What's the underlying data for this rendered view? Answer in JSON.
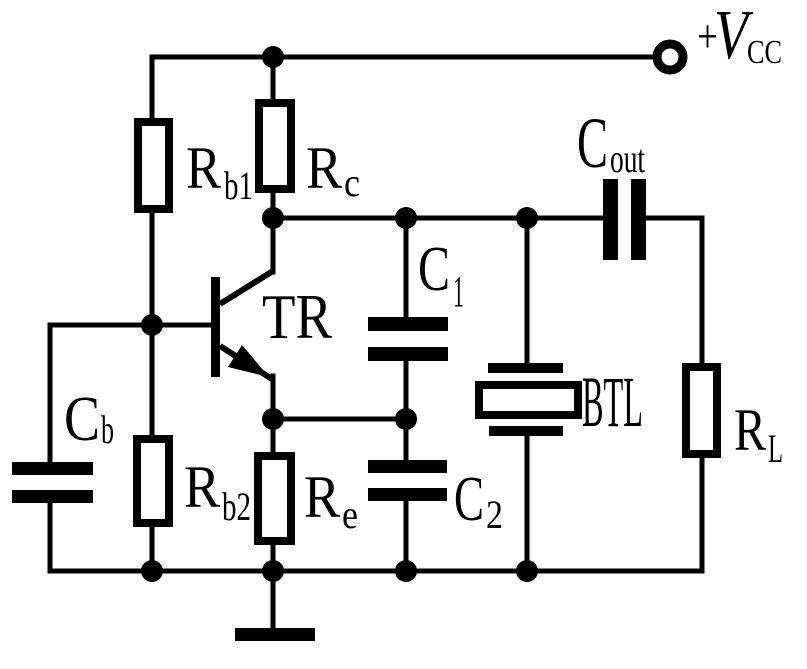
{
  "diagram": {
    "kind": "circuit-schematic",
    "background_color": "#ffffff",
    "ink_color": "#000000"
  },
  "power": {
    "plus": "+",
    "symbol": "V",
    "subscript": "CC"
  },
  "components": {
    "rb1": {
      "symbol": "R",
      "subscript": "b1",
      "kind": "resistor"
    },
    "rc": {
      "symbol": "R",
      "subscript": "c",
      "kind": "resistor"
    },
    "rb2": {
      "symbol": "R",
      "subscript": "b2",
      "kind": "resistor"
    },
    "re": {
      "symbol": "R",
      "subscript": "e",
      "kind": "resistor"
    },
    "rl": {
      "symbol": "R",
      "subscript": "L",
      "kind": "resistor"
    },
    "c1": {
      "symbol": "C",
      "subscript": "1",
      "kind": "capacitor"
    },
    "c2": {
      "symbol": "C",
      "subscript": "2",
      "kind": "capacitor"
    },
    "cb": {
      "symbol": "C",
      "subscript": "b",
      "kind": "capacitor"
    },
    "cout": {
      "symbol": "C",
      "subscript": "out",
      "kind": "capacitor"
    },
    "tr": {
      "symbol": "TR",
      "kind": "npn-transistor"
    },
    "btl": {
      "symbol": "BTL",
      "kind": "crystal-resonator"
    }
  }
}
